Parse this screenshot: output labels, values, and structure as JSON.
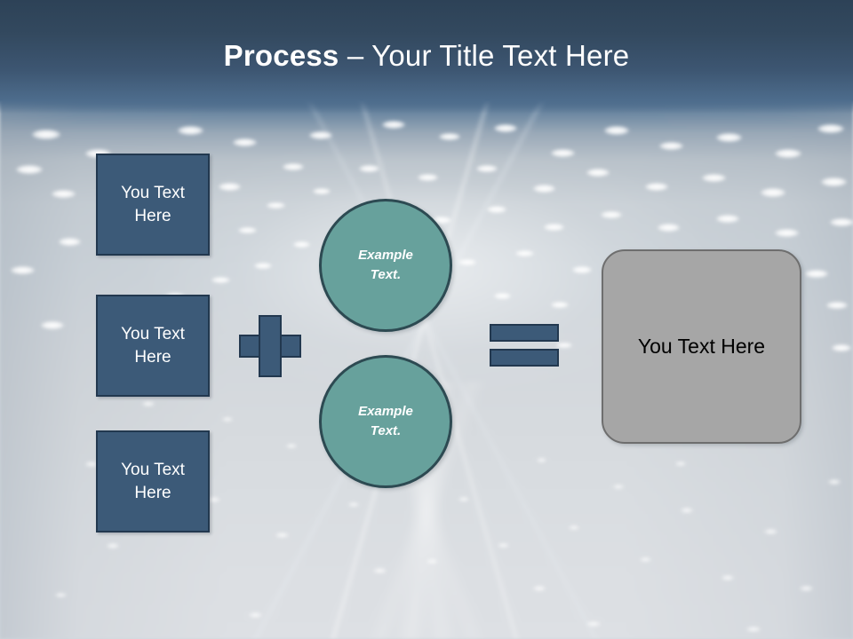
{
  "slide": {
    "title_strong": "Process",
    "title_rest": " – Your Title Text Here",
    "colors": {
      "title_band": "#2d4257",
      "blue_box_fill": "#3c5a78",
      "blue_box_border": "#22384f",
      "teal_circle_fill": "#67a19c",
      "teal_circle_border": "#2d4a52",
      "gray_box_fill": "#a6a6a6",
      "gray_box_border": "#6e6e6e",
      "title_text": "#ffffff",
      "result_text": "#000000"
    }
  },
  "inputs": {
    "boxes": [
      {
        "label": "You Text\nHere"
      },
      {
        "label": "You Text\nHere"
      },
      {
        "label": "You Text\nHere"
      }
    ]
  },
  "operators": {
    "plus": "+",
    "equals": "="
  },
  "circles": [
    {
      "label": "Example\nText."
    },
    {
      "label": "Example\nText."
    }
  ],
  "result": {
    "label": "You Text Here"
  }
}
